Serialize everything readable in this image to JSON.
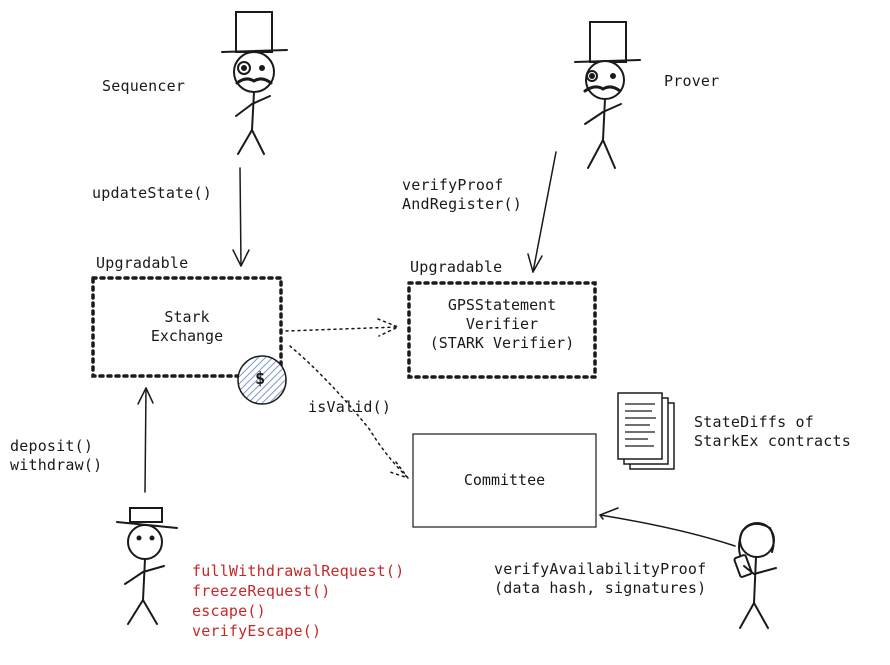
{
  "actors": {
    "sequencer": "Sequencer",
    "prover": "Prover"
  },
  "calls": {
    "update_state": "updateState()",
    "verify_proof": [
      "verifyProof",
      "AndRegister()"
    ],
    "is_valid": "isValid()",
    "user_calls": [
      "deposit()",
      "withdraw()"
    ],
    "escape_calls": [
      "fullWithdrawalRequest()",
      "freezeRequest()",
      "escape()",
      "verifyEscape()"
    ],
    "verify_availability": [
      "verifyAvailabilityProof",
      "(data hash, signatures)"
    ]
  },
  "boxes": {
    "stark_exchange": {
      "tag": "Upgradable",
      "lines": [
        "Stark",
        "Exchange"
      ]
    },
    "gps_verifier": {
      "tag": "Upgradable",
      "lines": [
        "GPSStatement",
        "Verifier",
        "(STARK Verifier)"
      ]
    },
    "committee": {
      "lines": [
        "Committee"
      ]
    }
  },
  "funds_symbol": "$",
  "statediffs": [
    "StateDiffs of",
    "StarkEx contracts"
  ],
  "colors": {
    "ink": "#1a1a1a",
    "escape_red": "#c62828",
    "funds_fill": "#8fa8d6"
  }
}
